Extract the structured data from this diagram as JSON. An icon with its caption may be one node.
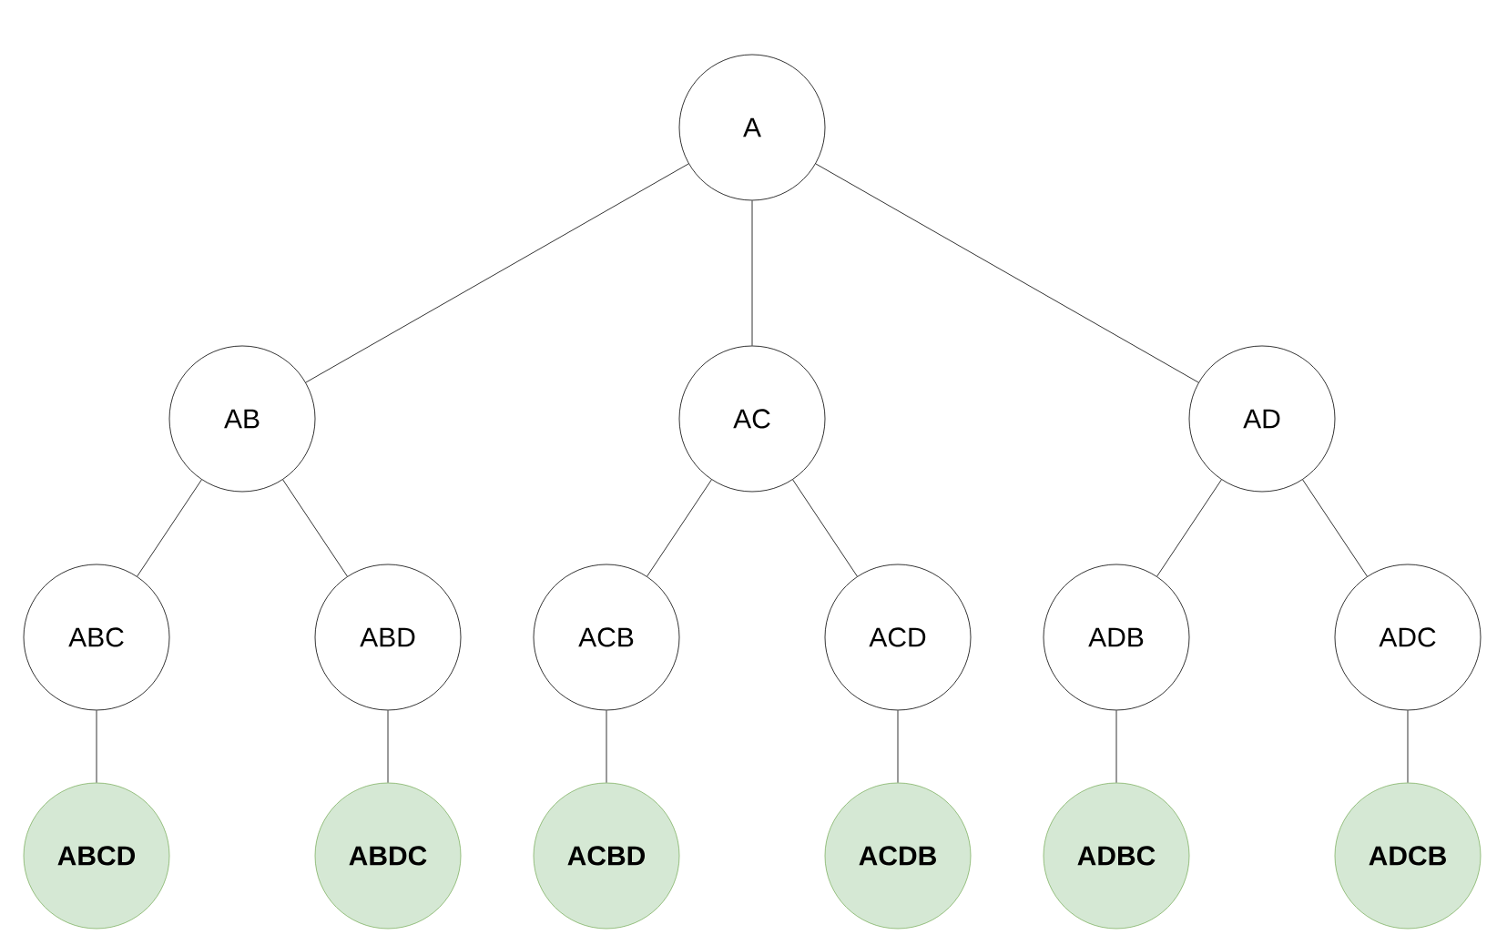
{
  "diagram": {
    "nodes": [
      {
        "text": [
          "A"
        ]
      },
      {
        "text": [
          "AB"
        ]
      },
      {
        "text": [
          "AC"
        ]
      },
      {
        "text": [
          "AD"
        ]
      },
      {
        "text": [
          "ABC"
        ]
      },
      {
        "text": [
          "ABD"
        ]
      },
      {
        "text": [
          "ACB"
        ]
      },
      {
        "text": [
          "ACD"
        ]
      },
      {
        "text": [
          "ADB"
        ]
      },
      {
        "text": [
          "ADC"
        ]
      },
      {
        "text": [
          "ABCD"
        ]
      },
      {
        "text": [
          "ABDC"
        ]
      },
      {
        "text": [
          "ACBD"
        ]
      },
      {
        "text": [
          "ACDB"
        ]
      },
      {
        "text": [
          "ADBC"
        ]
      },
      {
        "text": [
          "ADCB"
        ]
      }
    ],
    "edges": [
      {
        "from": 0,
        "to": 1,
        "arrow": "none"
      },
      {
        "from": 0,
        "to": 2,
        "arrow": "none"
      },
      {
        "from": 0,
        "to": 3,
        "arrow": "none"
      },
      {
        "from": 1,
        "to": 4,
        "arrow": "none"
      },
      {
        "from": 1,
        "to": 5,
        "arrow": "none"
      },
      {
        "from": 2,
        "to": 6,
        "arrow": "none"
      },
      {
        "from": 2,
        "to": 7,
        "arrow": "none"
      },
      {
        "from": 3,
        "to": 8,
        "arrow": "none"
      },
      {
        "from": 3,
        "to": 9,
        "arrow": "none"
      },
      {
        "from": 4,
        "to": 10,
        "arrow": "none"
      },
      {
        "from": 5,
        "to": 11,
        "arrow": "none"
      },
      {
        "from": 6,
        "to": 12,
        "arrow": "none"
      },
      {
        "from": 7,
        "to": 13,
        "arrow": "none"
      },
      {
        "from": 8,
        "to": 14,
        "arrow": "none"
      },
      {
        "from": 9,
        "to": 15,
        "arrow": "none"
      }
    ]
  }
}
